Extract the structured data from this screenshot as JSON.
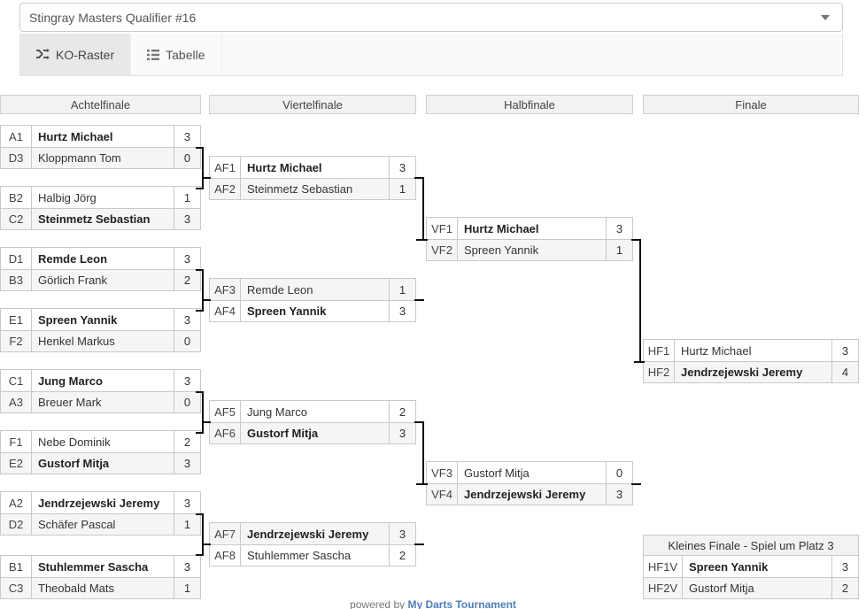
{
  "header": {
    "tournament_name": "Stingray Masters Qualifier #16",
    "dropdown_icon": "chevron-down-icon"
  },
  "tabs": [
    {
      "label": "KO-Raster",
      "icon": "shuffle-icon",
      "active": true
    },
    {
      "label": "Tabelle",
      "icon": "list-icon",
      "active": false
    }
  ],
  "rounds": [
    {
      "key": "achtelfinale",
      "label": "Achtelfinale"
    },
    {
      "key": "viertelfinale",
      "label": "Viertelfinale"
    },
    {
      "key": "halbfinale",
      "label": "Halbfinale"
    },
    {
      "key": "finale",
      "label": "Finale"
    }
  ],
  "third_place": {
    "caption": "Kleines Finale - Spiel um Platz 3"
  },
  "matches": {
    "r16": [
      {
        "id": "r16-1",
        "rows": [
          {
            "code": "A1",
            "name": "Hurtz Michael",
            "score": "3",
            "winner": true,
            "alt": false
          },
          {
            "code": "D3",
            "name": "Kloppmann Tom",
            "score": "0",
            "winner": false,
            "alt": true
          }
        ]
      },
      {
        "id": "r16-2",
        "rows": [
          {
            "code": "B2",
            "name": "Halbig Jörg",
            "score": "1",
            "winner": false,
            "alt": false
          },
          {
            "code": "C2",
            "name": "Steinmetz Sebastian",
            "score": "3",
            "winner": true,
            "alt": true
          }
        ]
      },
      {
        "id": "r16-3",
        "rows": [
          {
            "code": "D1",
            "name": "Remde Leon",
            "score": "3",
            "winner": true,
            "alt": false
          },
          {
            "code": "B3",
            "name": "Görlich Frank",
            "score": "2",
            "winner": false,
            "alt": true
          }
        ]
      },
      {
        "id": "r16-4",
        "rows": [
          {
            "code": "E1",
            "name": "Spreen Yannik",
            "score": "3",
            "winner": true,
            "alt": false
          },
          {
            "code": "F2",
            "name": "Henkel Markus",
            "score": "0",
            "winner": false,
            "alt": true
          }
        ]
      },
      {
        "id": "r16-5",
        "rows": [
          {
            "code": "C1",
            "name": "Jung Marco",
            "score": "3",
            "winner": true,
            "alt": false
          },
          {
            "code": "A3",
            "name": "Breuer Mark",
            "score": "0",
            "winner": false,
            "alt": true
          }
        ]
      },
      {
        "id": "r16-6",
        "rows": [
          {
            "code": "F1",
            "name": "Nebe Dominik",
            "score": "2",
            "winner": false,
            "alt": false
          },
          {
            "code": "E2",
            "name": "Gustorf Mitja",
            "score": "3",
            "winner": true,
            "alt": true
          }
        ]
      },
      {
        "id": "r16-7",
        "rows": [
          {
            "code": "A2",
            "name": "Jendrzejewski Jeremy",
            "score": "3",
            "winner": true,
            "alt": false
          },
          {
            "code": "D2",
            "name": "Schäfer Pascal",
            "score": "1",
            "winner": false,
            "alt": true
          }
        ]
      },
      {
        "id": "r16-8",
        "rows": [
          {
            "code": "B1",
            "name": "Stuhlemmer Sascha",
            "score": "3",
            "winner": true,
            "alt": false
          },
          {
            "code": "C3",
            "name": "Theobald Mats",
            "score": "1",
            "winner": false,
            "alt": true
          }
        ]
      }
    ],
    "qf": [
      {
        "id": "qf-1",
        "rows": [
          {
            "code": "AF1",
            "name": "Hurtz Michael",
            "score": "3",
            "winner": true,
            "alt": false
          },
          {
            "code": "AF2",
            "name": "Steinmetz Sebastian",
            "score": "1",
            "winner": false,
            "alt": true
          }
        ]
      },
      {
        "id": "qf-2",
        "rows": [
          {
            "code": "AF3",
            "name": "Remde Leon",
            "score": "1",
            "winner": false,
            "alt": true
          },
          {
            "code": "AF4",
            "name": "Spreen Yannik",
            "score": "3",
            "winner": true,
            "alt": false
          }
        ]
      },
      {
        "id": "qf-3",
        "rows": [
          {
            "code": "AF5",
            "name": "Jung Marco",
            "score": "2",
            "winner": false,
            "alt": false
          },
          {
            "code": "AF6",
            "name": "Gustorf Mitja",
            "score": "3",
            "winner": true,
            "alt": true
          }
        ]
      },
      {
        "id": "qf-4",
        "rows": [
          {
            "code": "AF7",
            "name": "Jendrzejewski Jeremy",
            "score": "3",
            "winner": true,
            "alt": true
          },
          {
            "code": "AF8",
            "name": "Stuhlemmer Sascha",
            "score": "2",
            "winner": false,
            "alt": false
          }
        ]
      }
    ],
    "sf": [
      {
        "id": "sf-1",
        "rows": [
          {
            "code": "VF1",
            "name": "Hurtz Michael",
            "score": "3",
            "winner": true,
            "alt": false
          },
          {
            "code": "VF2",
            "name": "Spreen Yannik",
            "score": "1",
            "winner": false,
            "alt": true
          }
        ]
      },
      {
        "id": "sf-2",
        "rows": [
          {
            "code": "VF3",
            "name": "Gustorf Mitja",
            "score": "0",
            "winner": false,
            "alt": false
          },
          {
            "code": "VF4",
            "name": "Jendrzejewski Jeremy",
            "score": "3",
            "winner": true,
            "alt": true
          }
        ]
      }
    ],
    "final": [
      {
        "id": "final-1",
        "rows": [
          {
            "code": "HF1",
            "name": "Hurtz Michael",
            "score": "3",
            "winner": false,
            "alt": false
          },
          {
            "code": "HF2",
            "name": "Jendrzejewski Jeremy",
            "score": "4",
            "winner": true,
            "alt": true
          }
        ]
      }
    ],
    "third": [
      {
        "id": "third-1",
        "rows": [
          {
            "code": "HF1V",
            "name": "Spreen Yannik",
            "score": "3",
            "winner": true,
            "alt": false
          },
          {
            "code": "HF2V",
            "name": "Gustorf Mitja",
            "score": "2",
            "winner": false,
            "alt": true
          }
        ]
      }
    ]
  },
  "footer": {
    "prefix": "powered by ",
    "link": "My Darts Tournament"
  }
}
